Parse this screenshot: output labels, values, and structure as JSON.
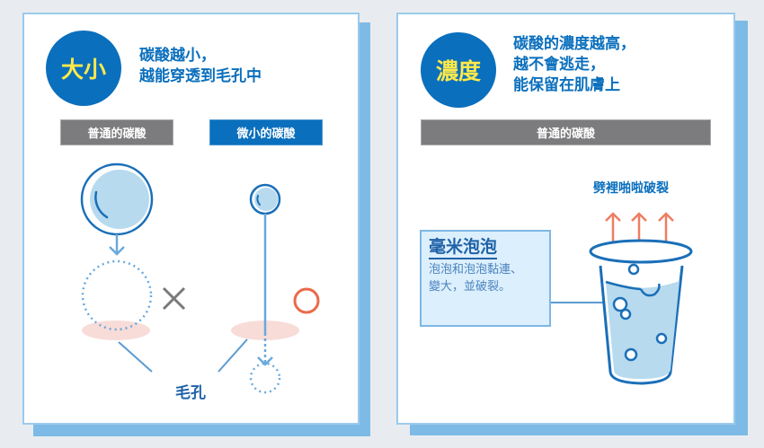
{
  "colors": {
    "background": "#e8ecf0",
    "panel_shadow": "#7dbbe6",
    "primary_blue": "#0a6fbd",
    "badge_text": "#ffe94a",
    "gray_label": "#7c7c7e",
    "pore_pink": "#f8dcd8",
    "check_orange": "#ea6a4a",
    "cross_gray": "#7a7a7a"
  },
  "left_panel": {
    "badge": "大小",
    "headline": "碳酸越小，\n越能穿透到毛孔中",
    "labels": {
      "normal": "普通的碳酸",
      "micro": "微小的碳酸"
    },
    "marks": {
      "normal_result": "cross-icon",
      "micro_result": "circle-check-icon"
    },
    "pore_label": "毛孔"
  },
  "right_panel": {
    "badge": "濃度",
    "headline": "碳酸的濃度越高，\n越不會逃走，\n能保留在肌膚上",
    "label": "普通的碳酸",
    "pop_label": "劈裡啪啦破裂",
    "info_box": {
      "title": "毫米泡泡",
      "description": "泡泡和泡泡黏連、\n變大，並破裂。"
    }
  }
}
